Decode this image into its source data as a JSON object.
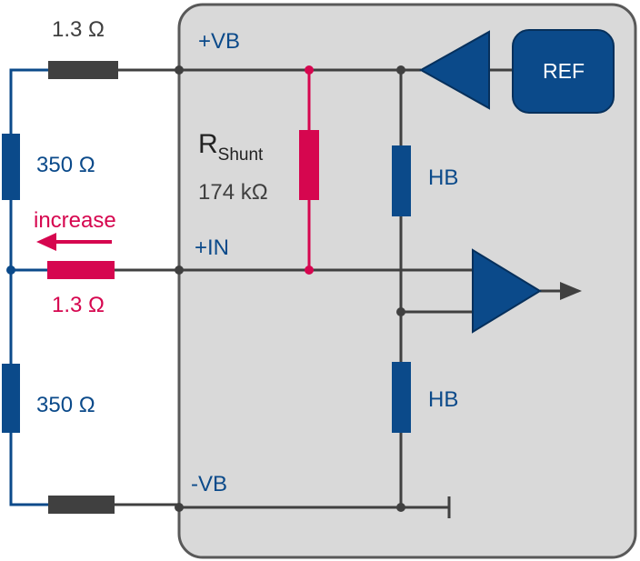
{
  "colors": {
    "box_fill": "#d9d9d9",
    "box_stroke": "#595959",
    "blue": "#0b4a8a",
    "red": "#d6064f",
    "dark_gray": "#404040",
    "wire_blue": "#0b4a8a",
    "wire_gray": "#404040"
  },
  "external": {
    "top_resistor": "1.3 Ω",
    "left_upper_resistor": "350 Ω",
    "left_lower_resistor": "350 Ω",
    "middle_resistor": "1.3 Ω",
    "arrow_label": "increase"
  },
  "internal": {
    "vb_plus": "+VB",
    "in_plus": "+IN",
    "vb_minus": "-VB",
    "shunt_main": "R",
    "shunt_sub": "Shunt",
    "shunt_value": "174 kΩ",
    "hb_upper": "HB",
    "hb_lower": "HB",
    "ref": "REF"
  }
}
